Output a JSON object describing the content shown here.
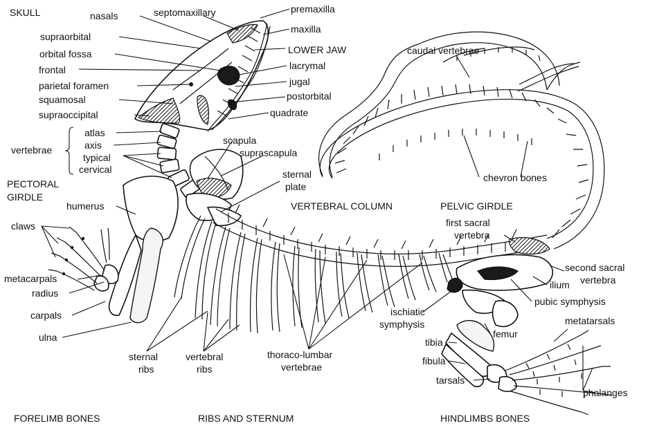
{
  "sections": {
    "skull": "SKULL",
    "pectoral_girdle_line1": "PECTORAL",
    "pectoral_girdle_line2": "GIRDLE",
    "lower_jaw": "LOWER JAW",
    "vertebral_column": "VERTEBRAL COLUMN",
    "pelvic_girdle": "PELVIC GIRDLE",
    "forelimb_bones": "FORELIMB BONES",
    "ribs_and_sternum": "RIBS AND STERNUM",
    "hindlimbs_bones": "HINDLIMBS BONES"
  },
  "labels": {
    "nasals": "nasals",
    "septomaxillary": "septomaxillary",
    "premaxilla": "premaxilla",
    "maxilla": "maxilla",
    "supraorbital": "supraorbital",
    "orbital_fossa": "orbital fossa",
    "frontal": "frontal",
    "lacrymal": "lacrymal",
    "jugal": "jugal",
    "parietal_foramen": "parietal foramen",
    "squamosal": "squamosal",
    "postorbital": "postorbital",
    "supraoccipital": "supraoccipital",
    "quadrate": "quadrate",
    "atlas": "atlas",
    "axis": "axis",
    "vertebrae": "vertebrae",
    "typical": "typical",
    "cervical": "cervical",
    "scapula": "scapula",
    "suprascapula": "suprascapula",
    "sternal_line1": "sternal",
    "sternal_line2": "plate",
    "humerus": "humerus",
    "claws": "claws",
    "metacarpals": "metacarpals",
    "radius": "radius",
    "carpals": "carpals",
    "ulna": "ulna",
    "sternal_ribs_line1": "sternal",
    "sternal_ribs_line2": "ribs",
    "vertebral_ribs_line1": "vertebral",
    "vertebral_ribs_line2": "ribs",
    "thoraco_line1": "thoraco-lumbar",
    "thoraco_line2": "vertebrae",
    "caudal_vertebrae": "caudal vertebrae",
    "chevron_bones": "chevron bones",
    "first_sacral_line1": "first sacral",
    "first_sacral_line2": "vertebra",
    "second_sacral_line1": "second sacral",
    "second_sacral_line2": "vertebra",
    "ilium": "ilium",
    "pubic_symphysis": "pubic symphysis",
    "ischiatic_line1": "ischiatic",
    "ischiatic_line2": "symphysis",
    "femur": "femur",
    "metatarsals": "metatarsals",
    "tibia": "tibia",
    "fibula": "fibula",
    "tarsals": "tarsals",
    "phalanges": "phalanges"
  }
}
